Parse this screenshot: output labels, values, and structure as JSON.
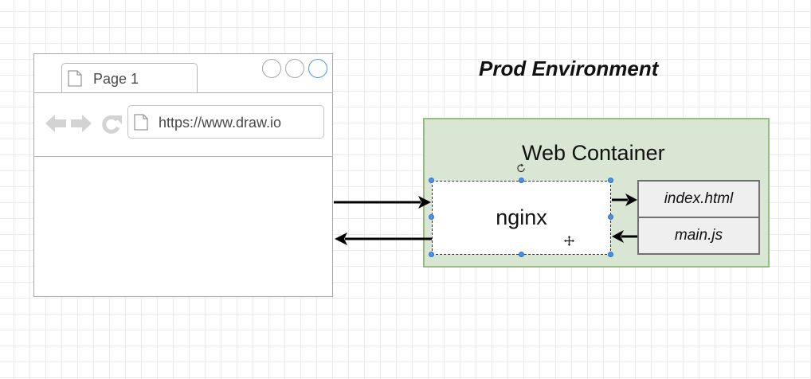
{
  "browser": {
    "tab_label": "Page 1",
    "address": "https://www.draw.io",
    "icons": [
      "page-icon",
      "back-arrow-icon",
      "forward-arrow-icon",
      "reload-icon"
    ]
  },
  "environment": {
    "title": "Prod Environment",
    "container_label": "Web Container",
    "server_label": "nginx",
    "files": [
      "index.html",
      "main.js"
    ]
  },
  "colors": {
    "container_fill": "#d9e6d3",
    "container_border": "#96bf7f",
    "selection_handle": "#4d8ee8",
    "file_fill": "#efefef"
  }
}
